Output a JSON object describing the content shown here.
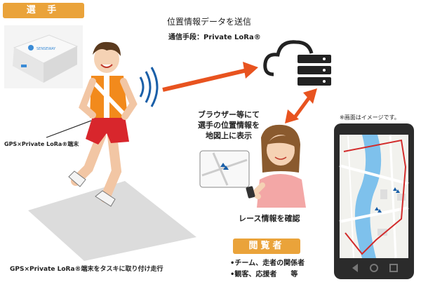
{
  "runner_section": {
    "tag": "選 手",
    "device_label": "GPS×Private LoRa®端末",
    "caption": "GPS×Private LoRa®端末をタスキに取り付け走行"
  },
  "transmission": {
    "title": "位置情報データを送信",
    "method": "通信手段：Private LoRa®"
  },
  "viewer_action": {
    "line1": "ブラウザー等にて",
    "line2": "選手の位置情報を",
    "line3": "地図上に表示",
    "confirm": "レース情報を確認"
  },
  "viewer_section": {
    "tag": "閲覧者",
    "items": [
      "•チーム、走者の関係者",
      "•観客、応援者　　等"
    ]
  },
  "phone_screen": {
    "note": "※画面はイメージです。"
  },
  "colors": {
    "tag_orange": "#eaa33a",
    "arrow_orange": "#e8531f",
    "signal_blue": "#1a5fa8",
    "runner_bib": "#f28a1c",
    "runner_shorts": "#d8262c",
    "viewer_shirt": "#f3a7a6",
    "route_red": "#d22b2b",
    "river_blue": "#7ec1ec"
  }
}
